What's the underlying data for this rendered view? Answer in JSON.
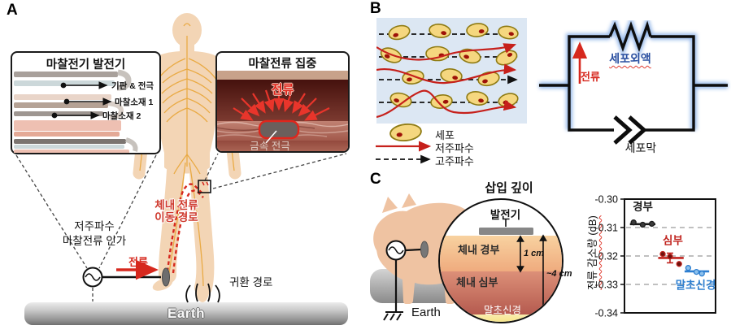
{
  "colors": {
    "red_accent": "#d6281e",
    "blue_accent": "#2e7fd0",
    "circuit_blue_text": "#2a4fa0",
    "cell_fill": "#f5d77f",
    "cell_box_bg": "#dce7f3",
    "nerve_orange": "#e9a83e",
    "skin": "#f3d5b5",
    "maroon_inset": "#45110d",
    "layer_shallow": "#f5c493",
    "layer_deep": "#c0675a",
    "layer_nerve_yellow": "#f5e27b"
  },
  "panelA": {
    "label": "A",
    "generator_box": {
      "title": "마찰전기 발전기",
      "layer_labels": [
        "기판 & 전극",
        "마찰소재 1",
        "마찰소재 2"
      ]
    },
    "concentration_box": {
      "title": "마찰전류 집중",
      "current_label": "전류",
      "electrode_label": "금속 전극"
    },
    "body_path_label": "체내 전류\n이동 경로",
    "source_label": "저주파수\n마찰전류 인가",
    "current_label": "전류",
    "return_path_label": "귀환 경로",
    "earth_label": "Earth"
  },
  "panelB": {
    "label": "B",
    "legend": [
      {
        "name": "세포"
      },
      {
        "name": "저주파수"
      },
      {
        "name": "고주파수"
      }
    ],
    "circuit": {
      "top_branch_label": "세포외액",
      "current_label": "전류",
      "bottom_branch_label": "세포막"
    }
  },
  "panelC": {
    "label": "C",
    "inset_title": "삽입 깊이",
    "generator_label": "발전기",
    "shallow_label": "체내 경부",
    "deep_label": "체내 심부",
    "nerve_label": "말초신경",
    "depth_shallow": "1 cm",
    "depth_total": "~4 cm",
    "earth_label": "Earth"
  },
  "chart_data": {
    "type": "scatter",
    "title": "",
    "xlabel": "",
    "ylabel": "전류 감소량 (dB)",
    "ylim": [
      -0.34,
      -0.3
    ],
    "yticks": [
      -0.3,
      -0.31,
      -0.32,
      -0.33,
      -0.34
    ],
    "gridlines": [
      -0.31,
      -0.32,
      -0.33
    ],
    "grid_style": "dashed",
    "legend_position": "none",
    "groups": [
      {
        "name": "경부",
        "color": "#1a1a1a",
        "point_fill": "#3a3a3a",
        "points": [
          [
            0.1,
            -0.3082
          ],
          [
            0.2,
            -0.309
          ],
          [
            0.3,
            -0.3087
          ]
        ],
        "mean": -0.3088,
        "bar": [
          0.06,
          0.34
        ],
        "label_pos": [
          0.09,
          -0.304
        ]
      },
      {
        "name": "심부",
        "color": "#c0231e",
        "point_fill": "#6d120e",
        "points": [
          [
            0.42,
            -0.3193
          ],
          [
            0.5,
            -0.3202
          ],
          [
            0.6,
            -0.3228
          ]
        ],
        "mean": -0.3207,
        "bar": [
          0.37,
          0.65
        ],
        "error": 0.0017,
        "error_x": 0.5,
        "label_pos": [
          0.42,
          -0.3158
        ]
      },
      {
        "name": "말초신경",
        "color": "#2e7fd0",
        "point_fill": "#8cc0ec",
        "points": [
          [
            0.7,
            -0.3242
          ],
          [
            0.79,
            -0.3256
          ],
          [
            0.85,
            -0.3262
          ]
        ],
        "mean": -0.3254,
        "bar": [
          0.66,
          0.93
        ],
        "label_pos": [
          0.56,
          -0.3315
        ]
      }
    ]
  }
}
